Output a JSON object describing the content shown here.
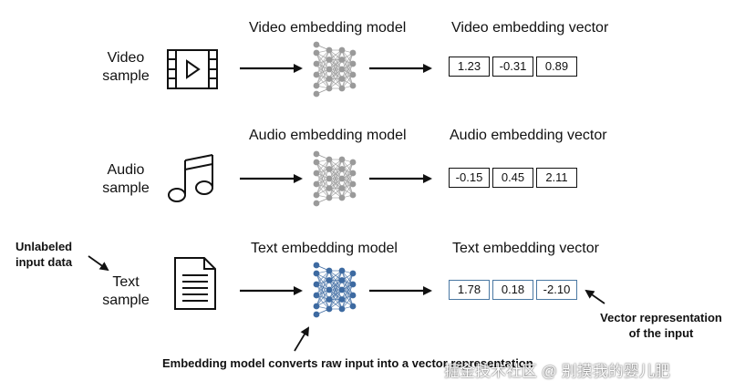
{
  "colors": {
    "stroke": "#111111",
    "node_gray": "#9a9a9a",
    "node_blue": "#3d6aa1",
    "text_vector_border": "#4a78a3"
  },
  "rows": [
    {
      "id": "video",
      "sample_label": [
        "Video",
        "sample"
      ],
      "icon": "film-strip-play-icon",
      "model_label": "Video embedding model",
      "vector_label": "Video embedding vector",
      "vector": [
        "1.23",
        "-0.31",
        "0.89"
      ]
    },
    {
      "id": "audio",
      "sample_label": [
        "Audio",
        "sample"
      ],
      "icon": "music-note-icon",
      "model_label": "Audio embedding model",
      "vector_label": "Audio embedding vector",
      "vector": [
        "-0.15",
        "0.45",
        "2.11"
      ]
    },
    {
      "id": "text",
      "sample_label": [
        "Text",
        "sample"
      ],
      "icon": "document-icon",
      "model_label": "Text embedding model",
      "vector_label": "Text embedding vector",
      "vector": [
        "1.78",
        "0.18",
        "-2.10"
      ]
    }
  ],
  "annotations": {
    "unlabeled_input": [
      "Unlabeled",
      "input data"
    ],
    "vector_representation": [
      "Vector representation",
      "of the input"
    ],
    "model_converts": "Embedding model converts raw input into a vector representation"
  },
  "watermark": "掘金技术社区 @ 别摸我的婴儿肥"
}
